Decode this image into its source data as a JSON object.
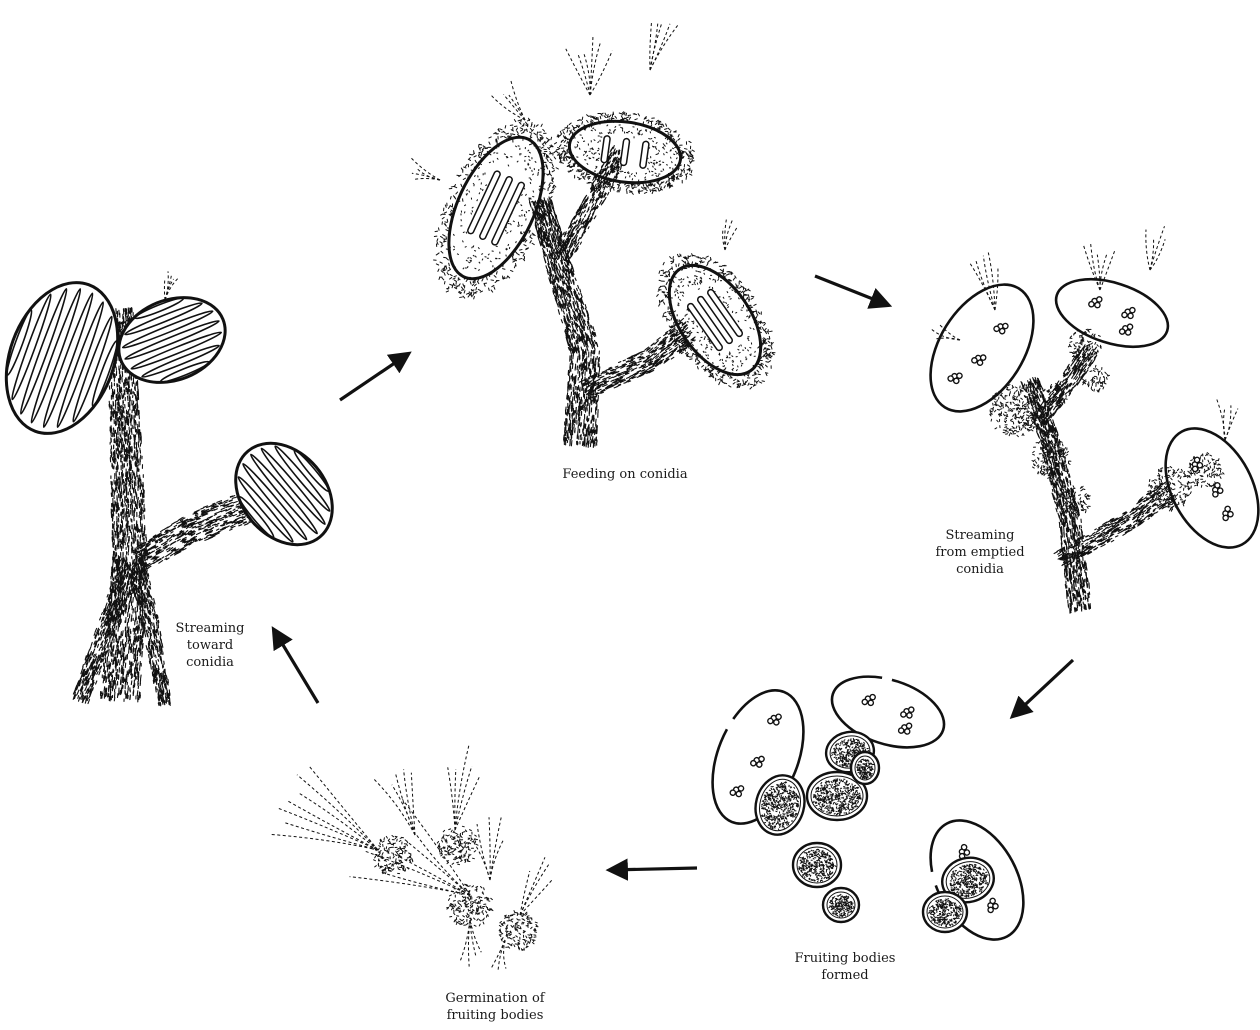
{
  "labels": {
    "streaming_toward": [
      "Streaming",
      "toward",
      "conidia"
    ],
    "feeding": [
      "Feeding on conidia"
    ],
    "streaming_from": [
      "Streaming",
      "from emptied",
      "conidia"
    ],
    "fruiting_formed": [
      "Fruiting bodies",
      "formed"
    ],
    "germination": [
      "Germination of",
      "fruiting bodies"
    ]
  },
  "colors": {
    "ink": "#111111",
    "background": "#ffffff"
  }
}
